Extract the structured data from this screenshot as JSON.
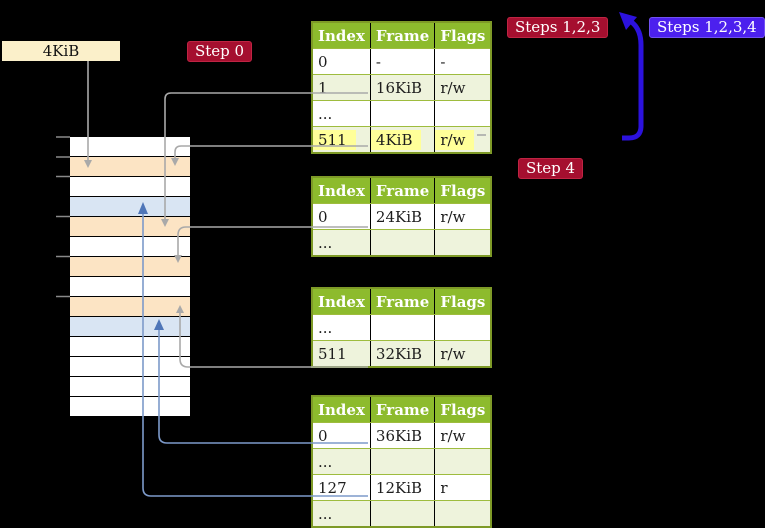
{
  "colors": {
    "header_green": "#8dbb2d",
    "table_border": "#7e9a27",
    "row_divider": "#9ebc3e",
    "pale_green": "#eef3dc",
    "highlight_yellow": "#ffff99",
    "mem_white": "#ffffff",
    "mem_wheat": "#fce4c4",
    "mem_blue": "#d9e5f3",
    "box_cream": "#fbf0ca",
    "badge_red": "#a50f2f",
    "badge_blue": "#4c20ee",
    "arrow_thick_blue": "#2c12dd",
    "connector_gray": "#a9a9a9",
    "connector_blue": "#7d9aca",
    "connector_blue_head": "#4f76b8",
    "tick_gray": "#8a8a8a"
  },
  "frame_box": {
    "label": "4KiB"
  },
  "badges": {
    "step0": {
      "label": "Step 0"
    },
    "steps123": {
      "label": "Steps 1,2,3"
    },
    "steps1234": {
      "label": "Steps 1,2,3,4"
    },
    "step4": {
      "label": "Step 4"
    }
  },
  "tables": [
    {
      "name": "page-table-top",
      "headers": [
        "Index",
        "Frame",
        "Flags"
      ],
      "rows": [
        {
          "cells": [
            "0",
            "-",
            "-"
          ],
          "bg": "white"
        },
        {
          "cells": [
            "1",
            "16KiB",
            "r/w"
          ],
          "bg": "green"
        },
        {
          "cells": [
            "...",
            "",
            ""
          ],
          "bg": "white"
        },
        {
          "cells": [
            "511",
            "4KiB",
            "r/w"
          ],
          "bg": "green",
          "highlight": true
        }
      ]
    },
    {
      "name": "page-table-second",
      "headers": [
        "Index",
        "Frame",
        "Flags"
      ],
      "rows": [
        {
          "cells": [
            "0",
            "24KiB",
            "r/w"
          ],
          "bg": "white"
        },
        {
          "cells": [
            "...",
            "",
            ""
          ],
          "bg": "green"
        }
      ]
    },
    {
      "name": "page-table-third",
      "headers": [
        "Index",
        "Frame",
        "Flags"
      ],
      "rows": [
        {
          "cells": [
            "...",
            "",
            ""
          ],
          "bg": "white"
        },
        {
          "cells": [
            "511",
            "32KiB",
            "r/w"
          ],
          "bg": "green"
        }
      ]
    },
    {
      "name": "page-table-bottom",
      "headers": [
        "Index",
        "Frame",
        "Flags"
      ],
      "rows": [
        {
          "cells": [
            "0",
            "36KiB",
            "r/w"
          ],
          "bg": "white"
        },
        {
          "cells": [
            "...",
            "",
            ""
          ],
          "bg": "green"
        },
        {
          "cells": [
            "127",
            "12KiB",
            "r"
          ],
          "bg": "white"
        },
        {
          "cells": [
            "...",
            "",
            ""
          ],
          "bg": "green"
        }
      ]
    }
  ],
  "memory": {
    "rows": [
      "white",
      "wheat",
      "white",
      "blue",
      "wheat",
      "white",
      "wheat",
      "white",
      "wheat",
      "blue",
      "white",
      "white",
      "white",
      "white"
    ]
  },
  "connectors": [
    {
      "from": "frame-box-4KiB",
      "to": "memory-frame-4KiB",
      "style": "gray"
    },
    {
      "from": "table-top-index-1-16KiB",
      "to": "memory-frame-16KiB",
      "style": "gray"
    },
    {
      "from": "table-top-index-511-4KiB",
      "to": "memory-frame-4KiB",
      "style": "gray"
    },
    {
      "from": "table-second-index-0-24KiB",
      "to": "memory-frame-24KiB",
      "style": "gray"
    },
    {
      "from": "table-third-index-511-32KiB",
      "to": "memory-frame-32KiB",
      "style": "gray"
    },
    {
      "from": "table-bottom-index-0-36KiB",
      "to": "memory-frame-36KiB",
      "style": "blue"
    },
    {
      "from": "table-bottom-index-127-12KiB",
      "to": "memory-frame-12KiB",
      "style": "blue"
    },
    {
      "from": "table-top-row-511",
      "to": "top-of-diagram",
      "style": "thick-blue"
    }
  ]
}
